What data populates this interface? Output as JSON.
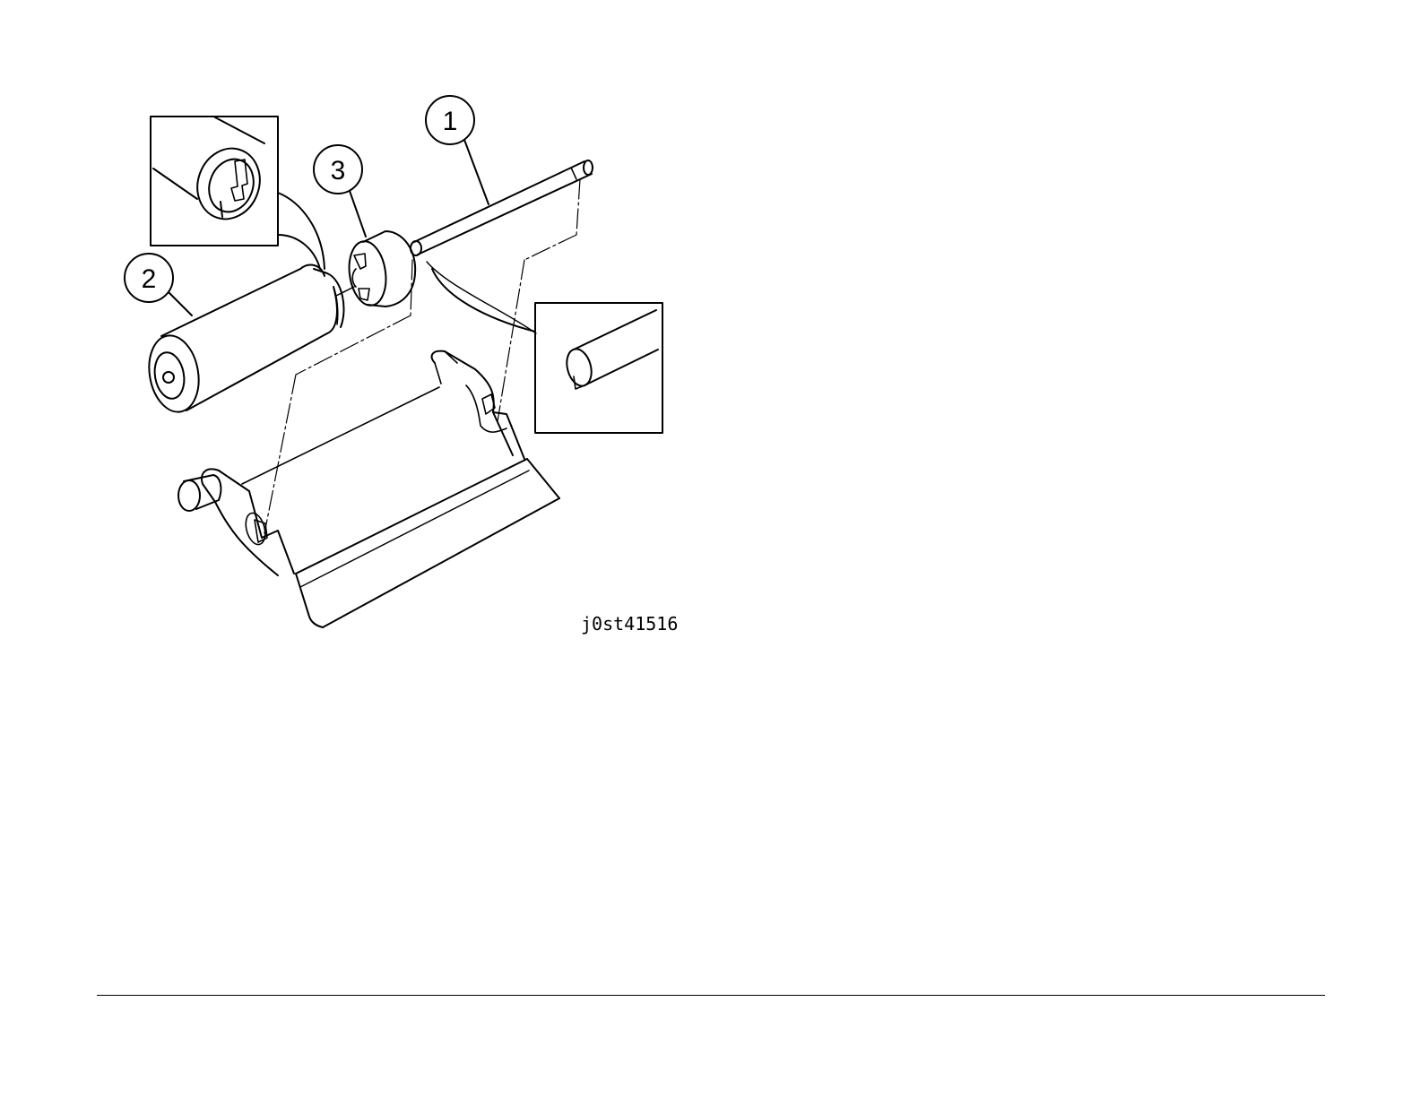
{
  "figure": {
    "id_label": "j0st41516",
    "callouts": [
      "1",
      "2",
      "3"
    ]
  },
  "colors": {
    "line": "#000000",
    "background": "#ffffff"
  }
}
